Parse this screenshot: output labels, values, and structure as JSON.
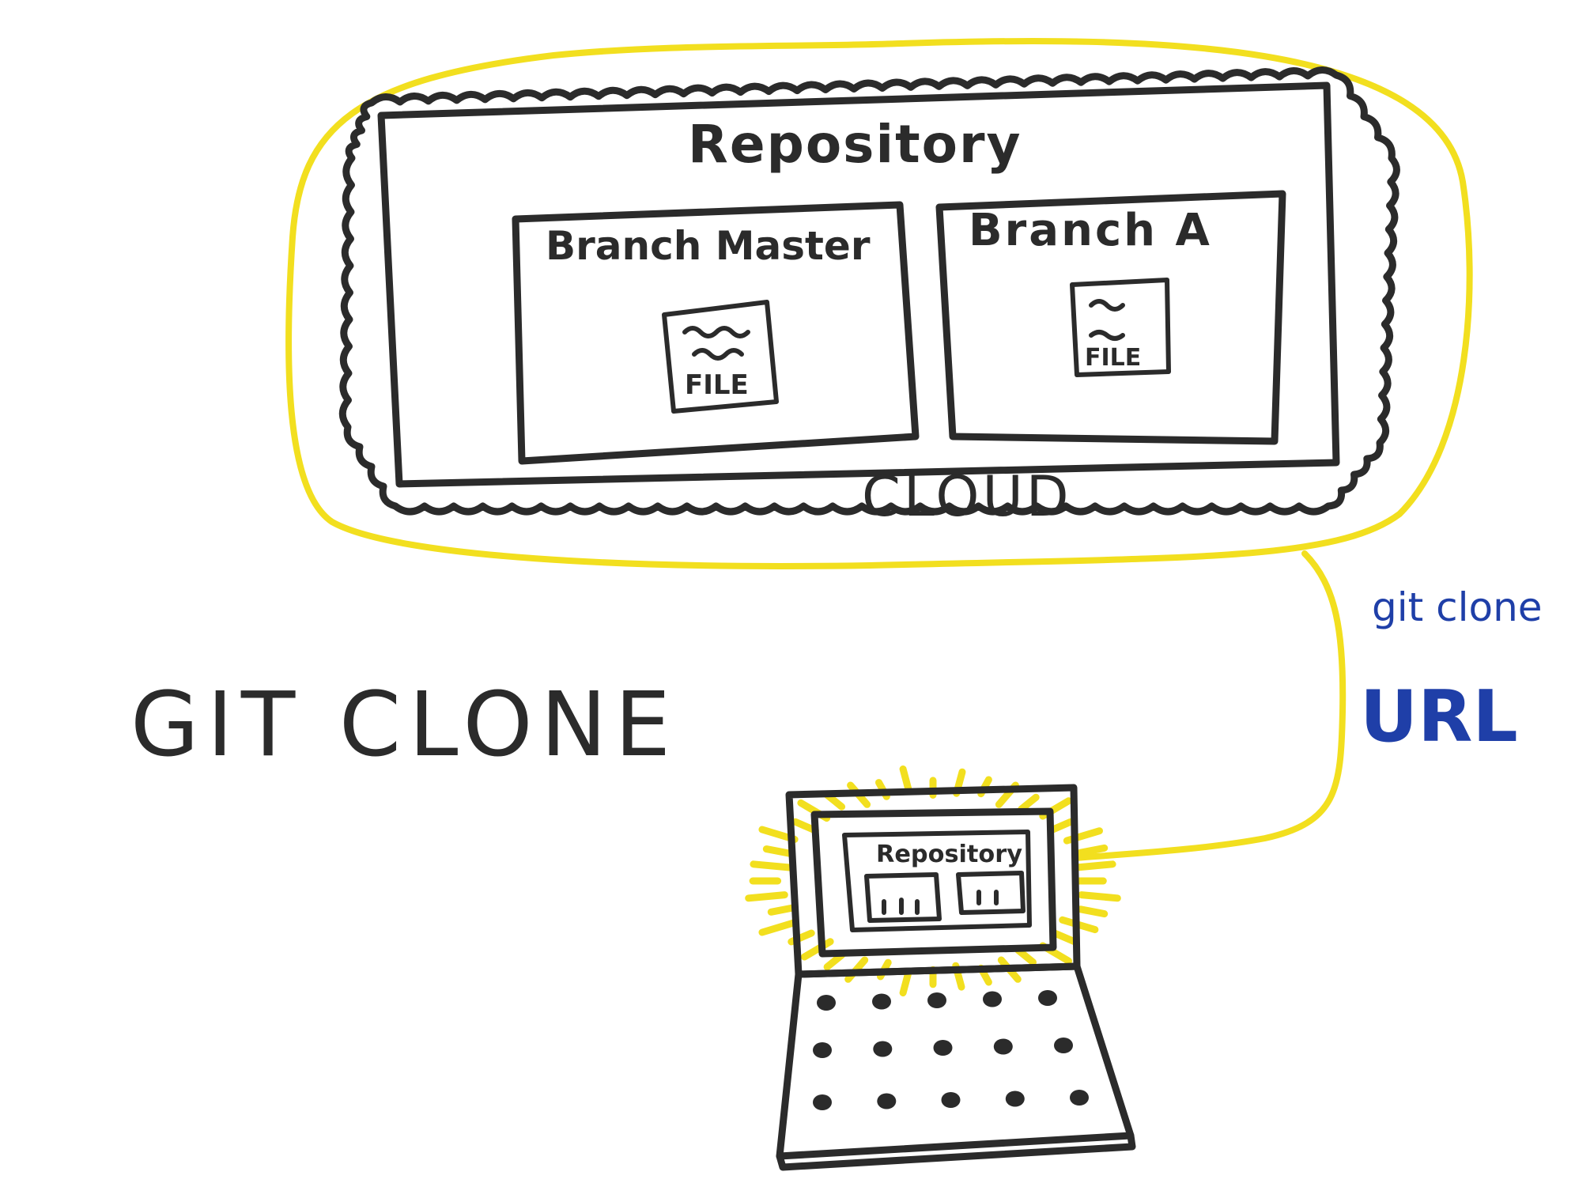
{
  "cloud": {
    "repository_label": "Repository",
    "cloud_label": "CLOUD",
    "branches": [
      {
        "label": "Branch Master",
        "file_label": "FILE"
      },
      {
        "label": "Branch A",
        "file_label": "FILE"
      }
    ]
  },
  "title": "GIT CLONE",
  "command": {
    "text": "git clone",
    "url": "URL"
  },
  "laptop": {
    "screen_label": "Repository"
  },
  "colors": {
    "ink": "#2b2b2b",
    "highlight_yellow": "#f2df1f",
    "command_blue": "#1f3fa8"
  }
}
